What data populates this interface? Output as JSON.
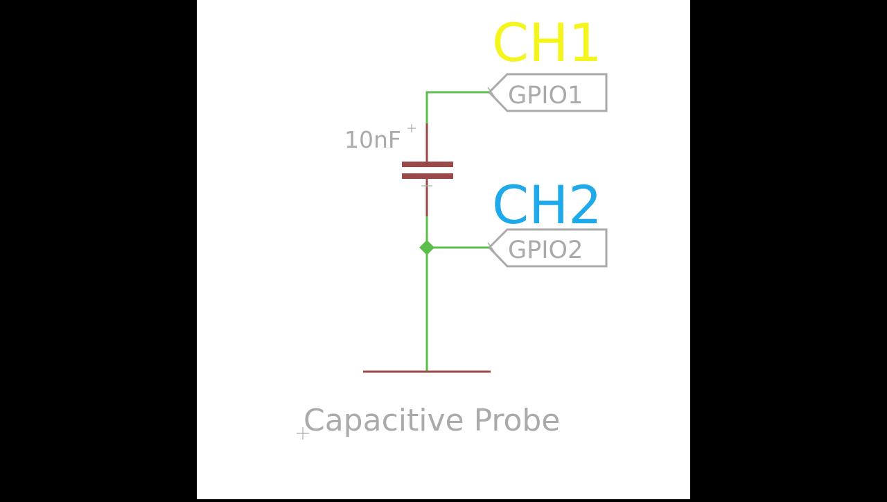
{
  "colors": {
    "letterbox": "#000000",
    "canvas": "#ffffff",
    "wire": "#5cbf4c",
    "component": "#9a4848",
    "label_grey": "#aaaaaa",
    "ch1": "#f5f51e",
    "ch2": "#1eaaea"
  },
  "channels": {
    "ch1_label": "CH1",
    "ch2_label": "CH2"
  },
  "ports": {
    "gpio1_label": "GPIO1",
    "gpio2_label": "GPIO2"
  },
  "capacitor": {
    "value_label": "10nF"
  },
  "caption": "Capacitive Probe",
  "icons": {
    "origin_marker": "crosshair-icon",
    "junction": "junction-dot-icon",
    "ground": "ground-symbol-icon"
  }
}
